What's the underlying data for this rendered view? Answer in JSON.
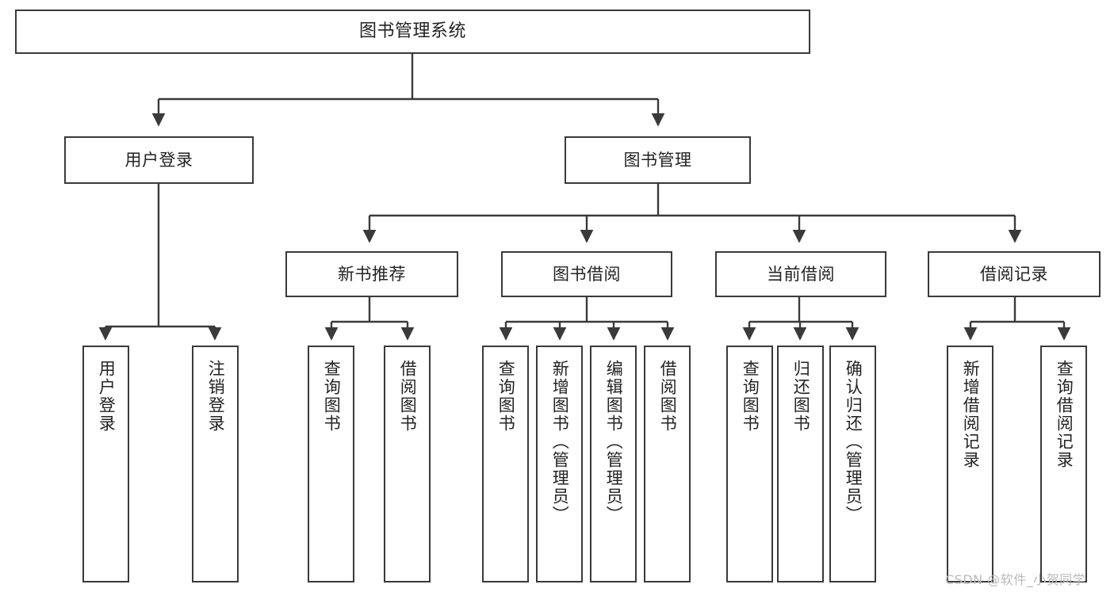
{
  "diagram": {
    "type": "tree-hierarchy",
    "title": "图书管理系统",
    "watermark": "CSDN @软件_小贺同学",
    "colors": {
      "background": "#ffffff",
      "node_border": "#3a3a3a",
      "node_fill": "#ffffff",
      "connector": "#3a3a3a",
      "text": "#232323",
      "watermark": "#b9b9b9"
    },
    "levels": {
      "root": {
        "label": "图书管理系统"
      },
      "level2": [
        {
          "id": "user-login",
          "label": "用户登录"
        },
        {
          "id": "book-manage",
          "label": "图书管理"
        }
      ],
      "level3": [
        {
          "id": "new-book-rec",
          "label": "新书推荐",
          "parent": "book-manage"
        },
        {
          "id": "book-borrow",
          "label": "图书借阅",
          "parent": "book-manage"
        },
        {
          "id": "current-borrow",
          "label": "当前借阅",
          "parent": "book-manage"
        },
        {
          "id": "borrow-record",
          "label": "借阅记录",
          "parent": "book-manage"
        }
      ],
      "leaves": [
        {
          "id": "leaf-user-login",
          "label": "用户登录",
          "parent": "user-login"
        },
        {
          "id": "leaf-logout",
          "label": "注销登录",
          "parent": "user-login"
        },
        {
          "id": "leaf-query-book-1",
          "label": "查询图书",
          "parent": "new-book-rec"
        },
        {
          "id": "leaf-borrow-book-1",
          "label": "借阅图书",
          "parent": "new-book-rec"
        },
        {
          "id": "leaf-query-book-2",
          "label": "查询图书",
          "parent": "book-borrow"
        },
        {
          "id": "leaf-add-book",
          "label": "新增图书（管理员）",
          "parent": "book-borrow"
        },
        {
          "id": "leaf-edit-book",
          "label": "编辑图书（管理员）",
          "parent": "book-borrow"
        },
        {
          "id": "leaf-borrow-book-2",
          "label": "借阅图书",
          "parent": "book-borrow"
        },
        {
          "id": "leaf-query-book-3",
          "label": "查询图书",
          "parent": "current-borrow"
        },
        {
          "id": "leaf-return-book",
          "label": "归还图书",
          "parent": "current-borrow"
        },
        {
          "id": "leaf-confirm-return",
          "label": "确认归还（管理员）",
          "parent": "current-borrow"
        },
        {
          "id": "leaf-add-record",
          "label": "新增借阅记录",
          "parent": "borrow-record"
        },
        {
          "id": "leaf-query-record",
          "label": "查询借阅记录",
          "parent": "borrow-record"
        }
      ]
    }
  }
}
